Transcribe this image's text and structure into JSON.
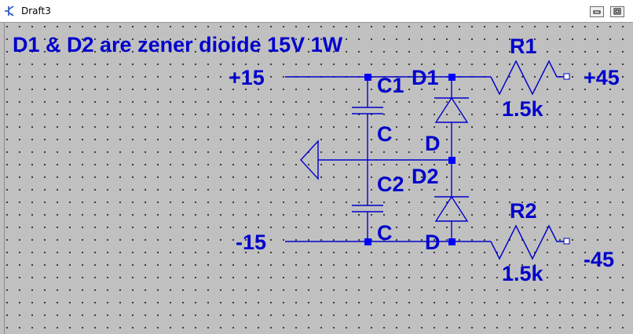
{
  "window": {
    "title": "Draft3"
  },
  "note": "D1 & D2 are zener  dioide 15V 1W",
  "labels": {
    "plus15": "+15",
    "minus15": "-15",
    "plus45": "+45",
    "minus45": "-45",
    "c1_name": "C1",
    "c1_value": "C",
    "c2_name": "C2",
    "c2_value": "C",
    "d1_name": "D1",
    "d1_value": "D",
    "d2_name": "D2",
    "d2_value": "D",
    "r1_name": "R1",
    "r1_value": "1.5k",
    "r2_name": "R2",
    "r2_value": "1.5k"
  },
  "colors": {
    "wire": "#0000cc",
    "background": "#c0c0c0",
    "grid_dot": "#1a1a1a"
  }
}
